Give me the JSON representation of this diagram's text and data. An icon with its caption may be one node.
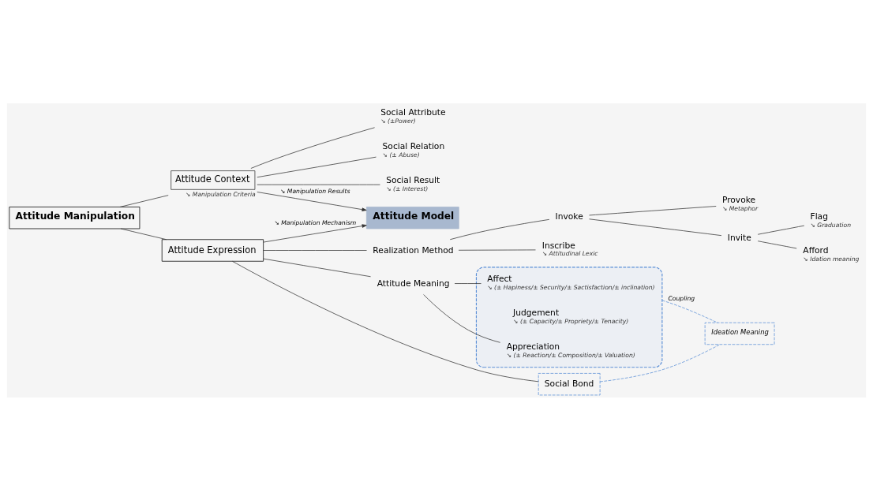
{
  "diagram": {
    "nodes": [
      {
        "text": [
          "Attitude Manipulation"
        ]
      },
      {
        "text": [
          "Attitude Expression"
        ]
      },
      {
        "text": [
          "Attitude Model"
        ]
      },
      {
        "text": [
          "Attitude Context"
        ],
        "beside": [
          "↘ Manipulation Criteria"
        ]
      },
      {
        "text": [
          "Attitude Meaning"
        ]
      },
      {
        "text": [],
        "shape": "box"
      },
      {
        "text": [
          "Affect"
        ],
        "in": 5,
        "beside": [
          "↘ (± Hapiness/± Security/± Sactisfaction/± inclination)"
        ]
      },
      {
        "text": [
          "Judgement"
        ],
        "in": 5,
        "beside": [
          "↘ (± Capacity/± Propriety/± Tenacity)"
        ]
      },
      {
        "text": [
          "Appreciation"
        ],
        "in": 5,
        "beside": [
          "↘ (± Reaction/± Composition/± Valuation)"
        ]
      },
      {
        "text": [
          "Realization Method"
        ]
      },
      {
        "text": [
          "Inscribe"
        ],
        "beside": [
          "↘ Attitudinal Lexic"
        ]
      },
      {
        "text": [
          "Invoke"
        ]
      },
      {
        "text": [
          "Provoke"
        ],
        "beside": [
          "↘ Metaphor"
        ]
      },
      {
        "text": [
          "Invite"
        ]
      },
      {
        "text": [
          "Flag"
        ],
        "beside": [
          "↘ Graduation"
        ]
      },
      {
        "text": [
          "Afford"
        ],
        "beside": [
          "↘ Idation meaning"
        ]
      },
      {
        "text": [
          "Social Bond"
        ]
      },
      {
        "text": [
          "Ideation Meaning"
        ]
      },
      {
        "text": [
          "Social Attribute"
        ],
        "beside": [
          "↘ (±Power)"
        ]
      },
      {
        "text": [
          "Social Relation"
        ],
        "beside": [
          "↘ (± Abuse)"
        ]
      },
      {
        "text": [
          "Social Result"
        ],
        "beside": [
          "↘ (± Interest)"
        ]
      }
    ],
    "edges": [
      {
        "from": 0,
        "to": 1,
        "arrow": "none"
      },
      {
        "from": 0,
        "to": 3,
        "arrow": "none"
      },
      {
        "from": 1,
        "to": 2,
        "arrow": "to",
        "label": "↘ Manipulation Mechanism"
      },
      {
        "from": 3,
        "to": 2,
        "arrow": "to",
        "label": "↘ Manipulation Results"
      },
      {
        "from": 1,
        "to": 4,
        "arrow": "none"
      },
      {
        "from": 1,
        "to": 9,
        "arrow": "none"
      },
      {
        "from": 1,
        "to": 16,
        "arrow": "none"
      },
      {
        "from": 4,
        "to": 6,
        "arrow": "none"
      },
      {
        "from": 4,
        "to": 8,
        "arrow": "none"
      },
      {
        "from": 9,
        "to": 10,
        "arrow": "none"
      },
      {
        "from": 9,
        "to": 11,
        "arrow": "none"
      },
      {
        "from": 11,
        "to": 12,
        "arrow": "none"
      },
      {
        "from": 11,
        "to": 13,
        "arrow": "none"
      },
      {
        "from": 13,
        "to": 14,
        "arrow": "none"
      },
      {
        "from": 13,
        "to": 15,
        "arrow": "none"
      },
      {
        "from": 5,
        "to": 17,
        "arrow": "none",
        "label": "Coupling",
        "style": "dashed",
        "color": "#5b8fd6"
      },
      {
        "from": 16,
        "to": 17,
        "arrow": "none",
        "style": "dashed",
        "color": "#5b8fd6"
      },
      {
        "from": 3,
        "to": 18,
        "arrow": "none"
      },
      {
        "from": 3,
        "to": 19,
        "arrow": "none"
      },
      {
        "from": 3,
        "to": 20,
        "arrow": "none"
      }
    ]
  }
}
